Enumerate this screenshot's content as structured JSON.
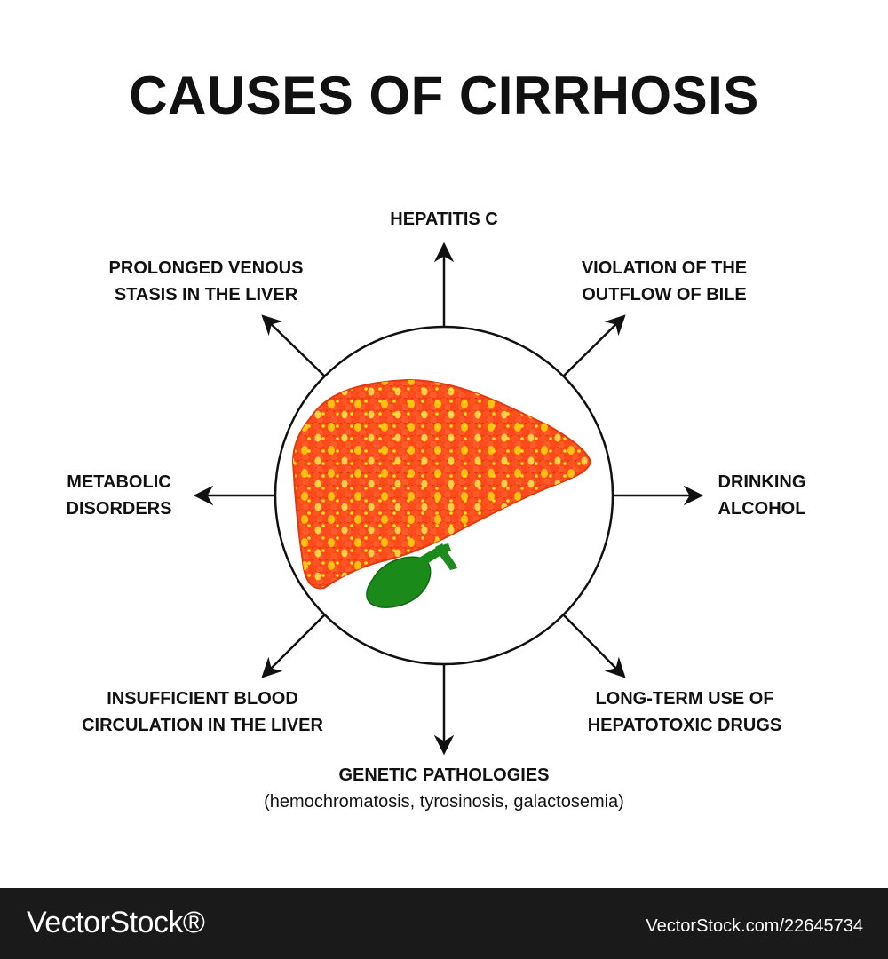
{
  "title": "CAUSES OF CIRRHOSIS",
  "causes": {
    "top": [
      "HEPATITIS C"
    ],
    "top_right": [
      "VIOLATION OF THE",
      "OUTFLOW OF BILE"
    ],
    "right": [
      "DRINKING",
      "ALCOHOL"
    ],
    "bottom_right": [
      "LONG-TERM USE OF",
      "HEPATOTOXIC DRUGS"
    ],
    "bottom": [
      "GENETIC PATHOLOGIES"
    ],
    "bottom_sub": "(hemochromatosis, tyrosinosis, galactosemia)",
    "bottom_left": [
      "INSUFFICIENT BLOOD",
      "CIRCULATION IN THE LIVER"
    ],
    "left": [
      "METABOLIC",
      "DISORDERS"
    ],
    "top_left": [
      "PROLONGED VENOUS",
      "STASIS IN THE LIVER"
    ]
  },
  "colors": {
    "liver": "#ff4a1c",
    "liver_cell_highlight": "#ffe61a",
    "gallbladder": "#1a8a1a",
    "lines": "#111111",
    "footer_bg": "#1a1a1a"
  },
  "footer": {
    "brand": "VectorStock®",
    "stock_id": "VectorStock.com/22645734"
  }
}
